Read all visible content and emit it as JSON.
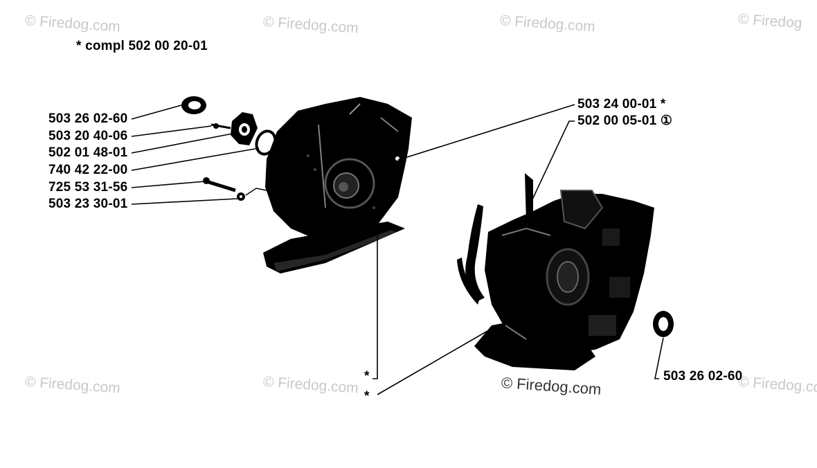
{
  "header": {
    "note": "*  compl 502 00 20-01"
  },
  "watermarks": [
    "© Firedog.com",
    "© Firedog.com",
    "© Firedog.com",
    "© Firedog",
    "© Firedog.com",
    "© Firedog.com",
    "© Firedog.com",
    "© Firedog.com"
  ],
  "left_parts": [
    {
      "number": "503 26 02-60"
    },
    {
      "number": "503 20 40-06"
    },
    {
      "number": "502 01 48-01"
    },
    {
      "number": "740 42 22-00"
    },
    {
      "number": "725 53 31-56"
    },
    {
      "number": "503 23 30-01"
    }
  ],
  "right_parts": [
    {
      "number": "503 24 00-01  *"
    },
    {
      "number": "502 00 05-01 ①"
    }
  ],
  "bottom_right_part": {
    "number": "503 26 02-60"
  },
  "asterisk_marks": [
    "*",
    "*"
  ],
  "colors": {
    "ink": "#000000",
    "watermark": "#c8c8c8"
  }
}
